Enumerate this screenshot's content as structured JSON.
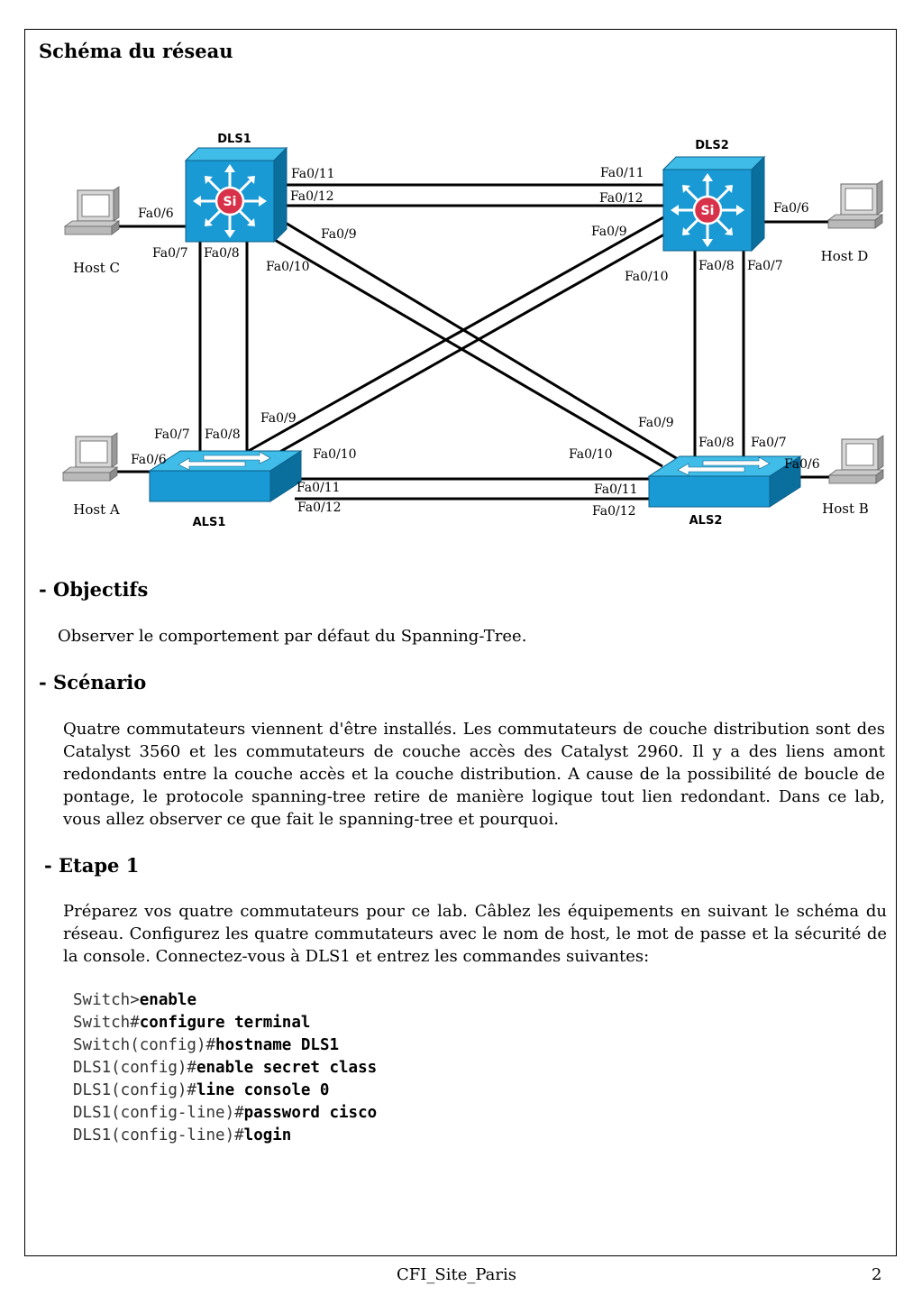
{
  "diagram": {
    "title": "Schéma du réseau",
    "devices": {
      "dls1": "DLS1",
      "dls2": "DLS2",
      "als1": "ALS1",
      "als2": "ALS2",
      "host_a": "Host A",
      "host_b": "Host B",
      "host_c": "Host C",
      "host_d": "Host D",
      "si": "Si"
    },
    "ports": {
      "dls1_fa0_11": "Fa0/11",
      "dls1_fa0_12": "Fa0/12",
      "dls1_fa0_6": "Fa0/6",
      "dls1_fa0_9": "Fa0/9",
      "dls1_fa0_10": "Fa0/10",
      "dls1_fa0_7": "Fa0/7",
      "dls1_fa0_8": "Fa0/8",
      "dls2_fa0_11": "Fa0/11",
      "dls2_fa0_12": "Fa0/12",
      "dls2_fa0_6": "Fa0/6",
      "dls2_fa0_9": "Fa0/9",
      "dls2_fa0_10": "Fa0/10",
      "dls2_fa0_8": "Fa0/8",
      "dls2_fa0_7": "Fa0/7",
      "als1_fa0_7": "Fa0/7",
      "als1_fa0_8": "Fa0/8",
      "als1_fa0_9": "Fa0/9",
      "als1_fa0_10": "Fa0/10",
      "als1_fa0_6": "Fa0/6",
      "als1_fa0_11": "Fa0/11",
      "als1_fa0_12": "Fa0/12",
      "als2_fa0_9": "Fa0/9",
      "als2_fa0_10": "Fa0/10",
      "als2_fa0_8": "Fa0/8",
      "als2_fa0_7": "Fa0/7",
      "als2_fa0_6": "Fa0/6",
      "als2_fa0_11": "Fa0/11",
      "als2_fa0_12": "Fa0/12"
    }
  },
  "sections": {
    "objectifs": {
      "heading": "- Objectifs",
      "text": "Observer le comportement par défaut du Spanning-Tree."
    },
    "scenario": {
      "heading": "- Scénario",
      "text": "Quatre commutateurs viennent d'être installés. Les commutateurs de couche distribution sont des Catalyst 3560 et les commutateurs de couche accès des Catalyst 2960. Il y a des liens amont redondants entre la couche accès et la couche distribution. A cause de la possibilité de boucle de pontage, le protocole spanning-tree retire de manière logique tout lien redondant. Dans ce lab, vous allez observer ce que fait le spanning-tree et pourquoi."
    },
    "etape1": {
      "heading": "- Etape 1",
      "text": "Préparez vos quatre commutateurs pour ce lab. Câblez les équipements en suivant le schéma du réseau. Configurez les quatre commutateurs avec le nom de host, le mot de passe et la sécurité de la console. Connectez-vous à DLS1 et entrez les commandes suivantes:"
    }
  },
  "code": [
    {
      "prompt": "Switch>",
      "cmd": "enable"
    },
    {
      "prompt": "Switch#",
      "cmd": "configure terminal"
    },
    {
      "prompt": "Switch(config)#",
      "cmd": "hostname DLS1"
    },
    {
      "prompt": "DLS1(config)#",
      "cmd": "enable secret class"
    },
    {
      "prompt": "DLS1(config)#",
      "cmd": "line console 0"
    },
    {
      "prompt": "DLS1(config-line)#",
      "cmd": "password cisco"
    },
    {
      "prompt": "DLS1(config-line)#",
      "cmd": "login"
    }
  ],
  "footer": {
    "site": "CFI_Site_Paris",
    "page": "2"
  },
  "colors": {
    "switch_top": "#29aee0",
    "switch_front": "#1590c9",
    "switch_side": "#0b6f9e",
    "si_badge": "#d8324a",
    "host_gray": "#b9b9b9",
    "link": "#000000"
  }
}
